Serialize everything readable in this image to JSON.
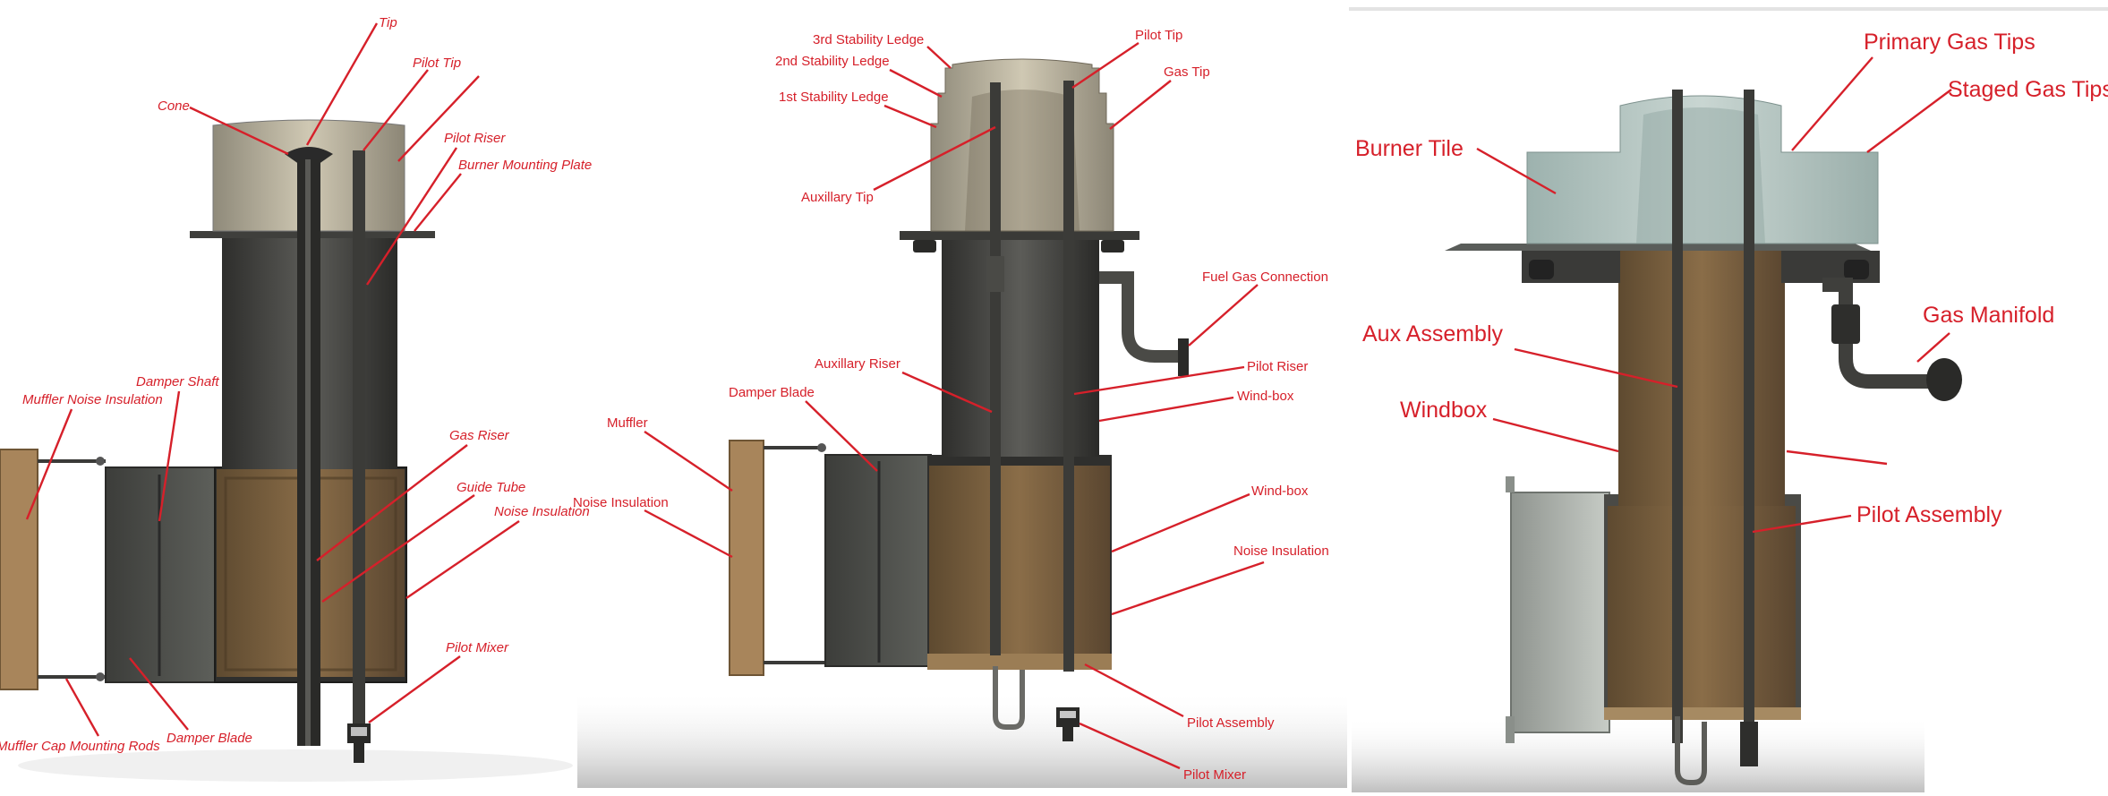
{
  "panel1": {
    "labels": {
      "tip": "Tip",
      "pilot_tip": "Pilot Tip",
      "cone": "Cone",
      "pilot_riser": "Pilot Riser",
      "burner_mounting_plate": "Burner Mounting Plate",
      "damper_shaft": "Damper Shaft",
      "muffler_noise_insulation": "Muffler Noise Insulation",
      "gas_riser": "Gas Riser",
      "guide_tube": "Guide Tube",
      "noise_insulation": "Noise Insulation",
      "pilot_mixer": "Pilot Mixer",
      "damper_blade": "Damper Blade",
      "muffler_cap_mounting_rods": "Muffler Cap Mounting Rods"
    }
  },
  "panel2": {
    "labels": {
      "stability_ledge_3": "3rd Stability Ledge",
      "stability_ledge_2": "2nd Stability Ledge",
      "stability_ledge_1": "1st Stability Ledge",
      "pilot_tip": "Pilot Tip",
      "gas_tip": "Gas Tip",
      "auxiliary_tip": "Auxillary Tip",
      "fuel_gas_connection": "Fuel Gas Connection",
      "auxiliary_riser": "Auxillary Riser",
      "pilot_riser": "Pilot Riser",
      "damper_blade": "Damper Blade",
      "wind_box_upper": "Wind-box",
      "muffler": "Muffler",
      "wind_box_lower": "Wind-box",
      "noise_insulation_left": "Noise Insulation",
      "noise_insulation_right": "Noise Insulation",
      "pilot_assembly": "Pilot Assembly",
      "pilot_mixer": "Pilot Mixer"
    }
  },
  "panel3": {
    "labels": {
      "primary_gas_tips": "Primary Gas Tips",
      "staged_gas_tips": "Staged Gas Tips",
      "burner_tile": "Burner Tile",
      "aux_assembly": "Aux Assembly",
      "gas_manifold": "Gas Manifold",
      "windbox": "Windbox",
      "pilot_assembly": "Pilot Assembly"
    }
  },
  "colors": {
    "label_red": "#d6202a",
    "insulation_brown": "#7a5f3e",
    "windbox_grey": "#4a4a46",
    "tile_grey": "#b8bdb8",
    "tile_teal": "#a9c2bd",
    "muffler_tan": "#a8855b"
  }
}
